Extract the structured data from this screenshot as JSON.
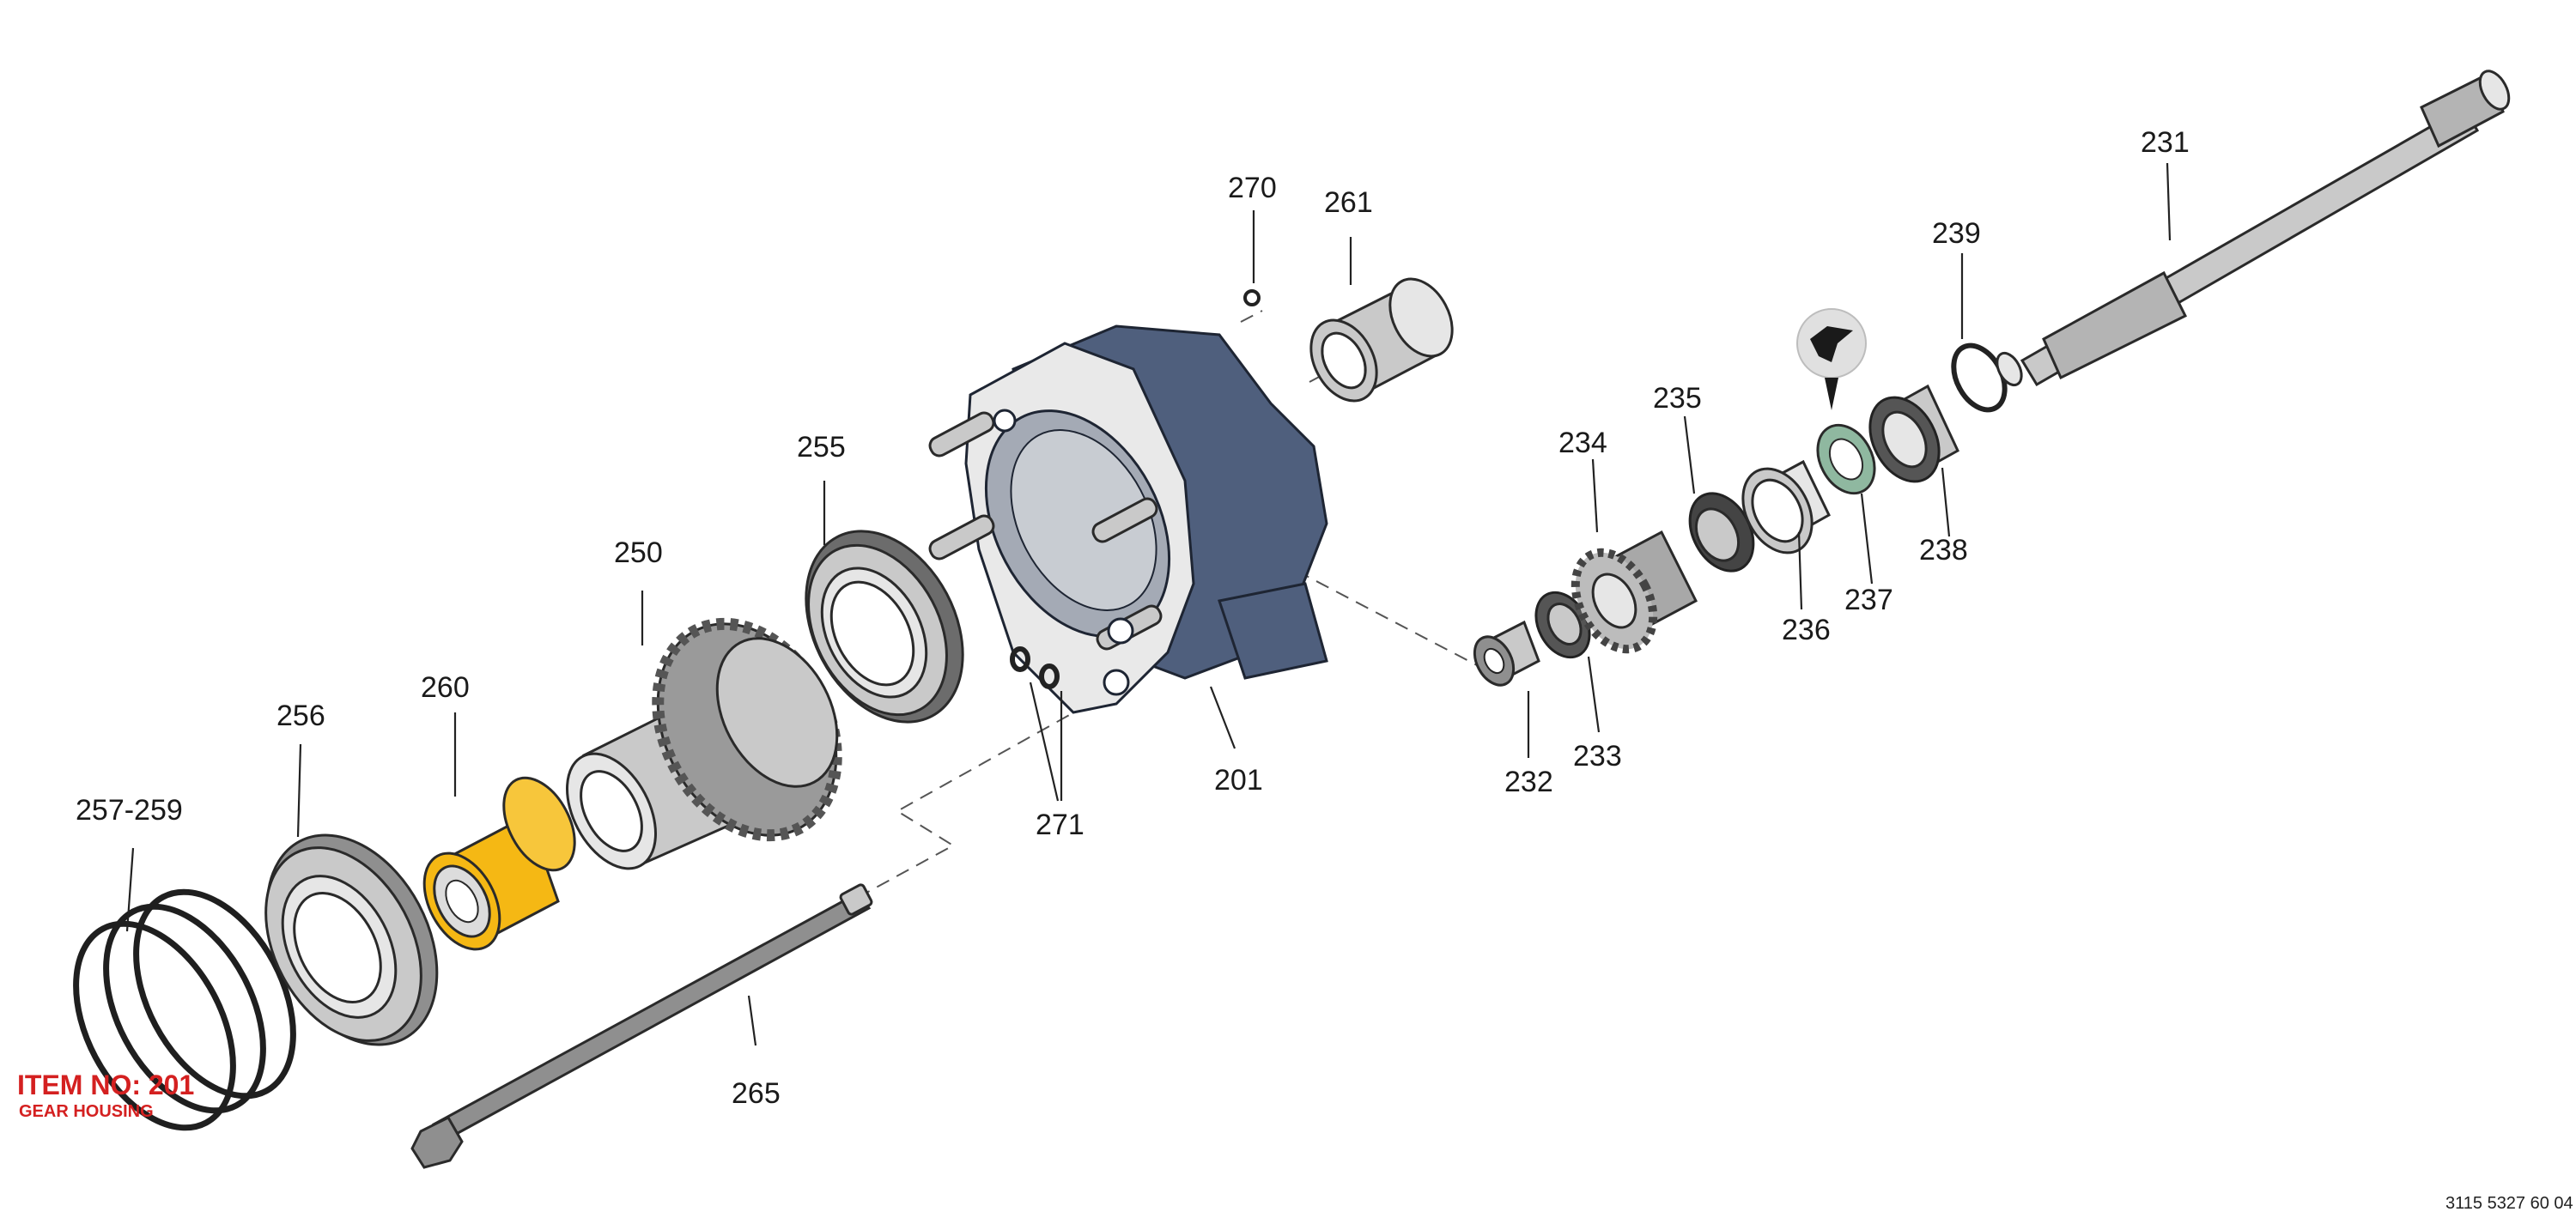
{
  "callouts": {
    "c201": "201",
    "c231": "231",
    "c232": "232",
    "c233": "233",
    "c234": "234",
    "c235": "235",
    "c236": "236",
    "c237": "237",
    "c238": "238",
    "c239": "239",
    "c250": "250",
    "c255": "255",
    "c256": "256",
    "c257_259": "257-259",
    "c260": "260",
    "c261": "261",
    "c265": "265",
    "c270": "270",
    "c271": "271"
  },
  "item": {
    "number": "ITEM NO: 201",
    "description": "GEAR HOUSING"
  },
  "document_number": "3115 5327 60 04",
  "colors": {
    "housing": "#4f5f7d",
    "highlight_part": "#f5b814",
    "seal_green": "#8fb8a0",
    "item_label": "#d42020"
  },
  "icons": {
    "seal_marker": "lip-seal-symbol"
  }
}
